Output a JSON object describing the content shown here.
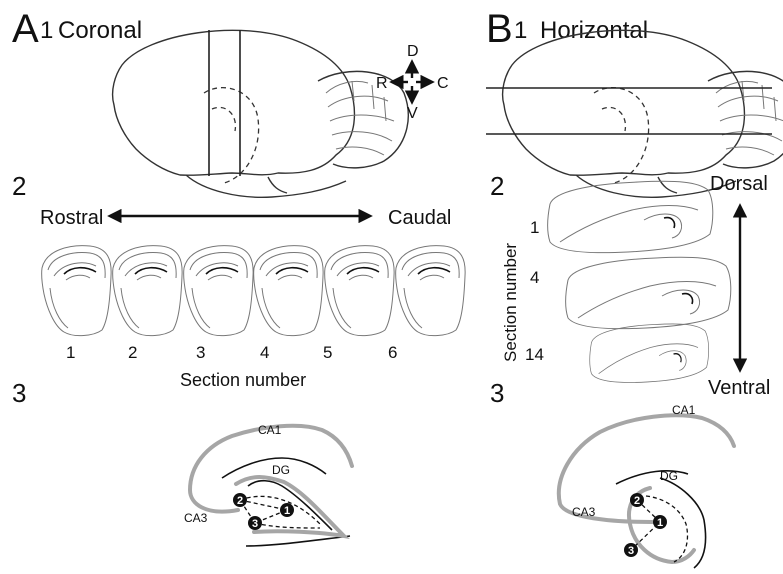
{
  "panel_a": {
    "letter": "A",
    "title_num": "1",
    "title_word": "Coronal",
    "step2": "2",
    "step3": "3",
    "rostral": "Rostral",
    "caudal": "Caudal",
    "section_numbers": [
      "1",
      "2",
      "3",
      "4",
      "5",
      "6"
    ],
    "section_axis_label": "Section number",
    "compass": {
      "d": "D",
      "v": "V",
      "r": "R",
      "c": "C"
    },
    "regions": {
      "ca1": "CA1",
      "dg": "DG",
      "ca3": "CA3"
    },
    "sites": [
      "1",
      "2",
      "3"
    ]
  },
  "panel_b": {
    "letter": "B",
    "title_num": "1",
    "title_word": "Horizontal",
    "step2": "2",
    "step3": "3",
    "dorsal": "Dorsal",
    "ventral": "Ventral",
    "section_numbers": [
      "1",
      "4",
      "14"
    ],
    "section_axis_label": "Section number",
    "regions": {
      "ca1": "CA1",
      "dg": "DG",
      "ca3": "CA3"
    },
    "sites": [
      "1",
      "2",
      "3"
    ]
  }
}
